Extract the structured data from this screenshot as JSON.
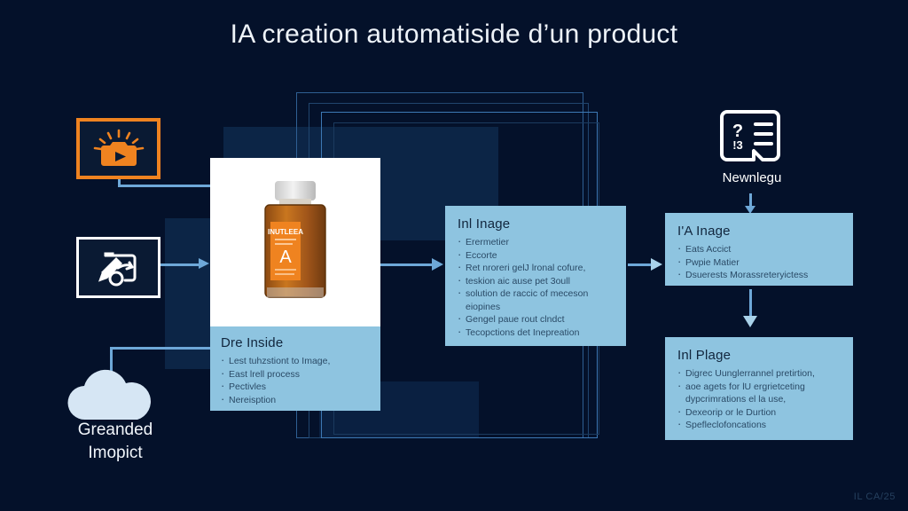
{
  "slide": {
    "title": "IA creation automatiside d’un product",
    "watermark": "IL CA/25",
    "background_color": "#04112a",
    "panel_color": "#8ec4e0",
    "accent_orange": "#ef8320",
    "connector_color": "#6ea8d8"
  },
  "left_rail": {
    "camera_tile": {
      "icon": "camera-flash-icon",
      "border_color": "#ef8320"
    },
    "edit_tile": {
      "icon": "pencil-image-edit-icon",
      "border_color": "#ffffff"
    },
    "cloud": {
      "icon": "cloud-icon",
      "label_line1": "Greanded",
      "label_line2": "Imopict"
    }
  },
  "product_card": {
    "image_alt": "amber-square-jar-product-photo",
    "jar": {
      "cap_color": "#dcdcdc",
      "glass_color": "#b3601a",
      "label_color": "#ef8320",
      "label_title": "INUTLEEA",
      "label_letter": "A"
    },
    "title": "Dre Inside",
    "bullets": [
      "Lest tuhzstiont to Image,",
      "East lrell process",
      "Pectivles",
      "Nereisption"
    ]
  },
  "middle_panel": {
    "title": "Inl Inage",
    "bullets": [
      "Erermetier",
      "Eccorte",
      "Ret nroreri gelJ lronal cofure,",
      "teskion aic ause pet 3oull",
      "solution de raccic of meceson eiopines",
      "Gengel paue rout clndct",
      "Tecopctions det Inepreation"
    ]
  },
  "right_top": {
    "icon_label": "Newnlegu",
    "icon": "document-list-icon",
    "panel_title": "I'A Inage",
    "bullets": [
      "Eats Accict",
      "Pwpie Matier",
      "Dsuerests Morassreteryictess"
    ]
  },
  "right_bottom": {
    "panel_title": "Inl Plage",
    "bullets": [
      "Digrec Uunglerrannel pretirtion,",
      "aoe agets for lU ergrietceting dypcrimrations el la use,",
      "Dexeorip or le Durtion",
      "Spefleclofoncations"
    ]
  }
}
